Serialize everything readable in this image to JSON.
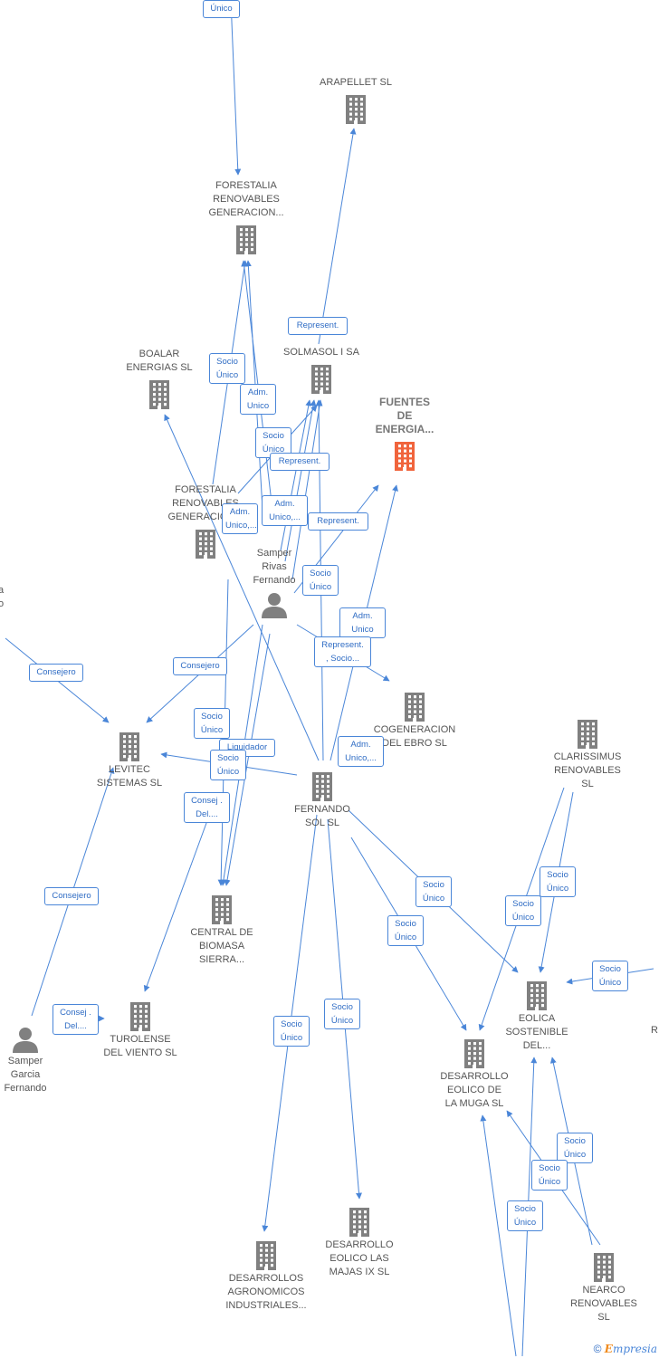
{
  "colors": {
    "edge": "#4a86d8",
    "company": "#808080",
    "company_main": "#f0643c",
    "person": "#808080"
  },
  "nodes": [
    {
      "id": "arapellet",
      "label": "ARAPELLET  SL",
      "kind": "company"
    },
    {
      "id": "forestalia1",
      "label": "FORESTALIA\nRENOVABLES\nGENERACION...",
      "kind": "company"
    },
    {
      "id": "boalar",
      "label": "BOALAR\nENERGIAS  SL",
      "kind": "company"
    },
    {
      "id": "solmasol",
      "label": "SOLMASOL I SA",
      "kind": "company"
    },
    {
      "id": "fuentes",
      "label": "FUENTES\nDE\nENERGIA...",
      "kind": "main"
    },
    {
      "id": "forestalia2",
      "label": "FORESTALIA\nRENOVABLES\nGENERACION...",
      "kind": "company"
    },
    {
      "id": "samper_rivas",
      "label": "Samper\nRivas\nFernando",
      "kind": "person"
    },
    {
      "id": "partial_left",
      "label": "a\no",
      "kind": "text"
    },
    {
      "id": "cogeneracion",
      "label": "COGENERACION\nDEL EBRO  SL",
      "kind": "company"
    },
    {
      "id": "clarissimus",
      "label": "CLARISSIMUS\nRENOVABLES\nSL",
      "kind": "company"
    },
    {
      "id": "levitec",
      "label": "LEVITEC\nSISTEMAS  SL",
      "kind": "company"
    },
    {
      "id": "fernando_sol",
      "label": "FERNANDO\nSOL SL",
      "kind": "company"
    },
    {
      "id": "central",
      "label": "CENTRAL DE\nBIOMASA\nSIERRA...",
      "kind": "company"
    },
    {
      "id": "eolica",
      "label": "EOLICA\nSOSTENIBLE\nDEL...",
      "kind": "company"
    },
    {
      "id": "partial_right",
      "label": "R",
      "kind": "text"
    },
    {
      "id": "turolense",
      "label": "TUROLENSE\nDEL VIENTO SL",
      "kind": "company"
    },
    {
      "id": "samper_garcia",
      "label": "Samper\nGarcia\nFernando",
      "kind": "person"
    },
    {
      "id": "muga",
      "label": "DESARROLLO\nEOLICO DE\nLA MUGA SL",
      "kind": "company"
    },
    {
      "id": "majas",
      "label": "DESARROLLO\nEOLICO LAS\nMAJAS IX  SL",
      "kind": "company"
    },
    {
      "id": "agronomicos",
      "label": "DESARROLLOS\nAGRONOMICOS\nINDUSTRIALES...",
      "kind": "company"
    },
    {
      "id": "nearco",
      "label": "NEARCO\nRENOVABLES\nSL",
      "kind": "company"
    }
  ],
  "relations": [
    "Único",
    "Represent.",
    "Socio\nÚnico",
    "Adm.\nUnico",
    "Socio\nÚnico",
    "Represent.",
    "Adm.\nUnico,...",
    "Represent.",
    "Socio\nÚnico",
    "Adm.\nUnico",
    "Adm.\nUnico,...",
    "Represent.\n, Socio...",
    "Consejero",
    "Consejero",
    "Socio\nÚnico",
    "Liquidador",
    "Socio\nÚnico",
    "Adm.\nUnico,...",
    "Consej .\nDel....",
    "Socio\nÚnico",
    "Socio\nÚnico",
    "Socio\nÚnico",
    "Socio\nÚnico",
    "Consejero",
    "Consej .\nDel....",
    "Socio\nÚnico",
    "Socio\nÚnico",
    "Socio\nÚnico",
    "Socio\nÚnico",
    "Socio\nÚnico",
    "Socio\nÚnico"
  ],
  "footer": {
    "copyright": "©",
    "brand_e": "E",
    "brand_rest": "mpresia"
  }
}
